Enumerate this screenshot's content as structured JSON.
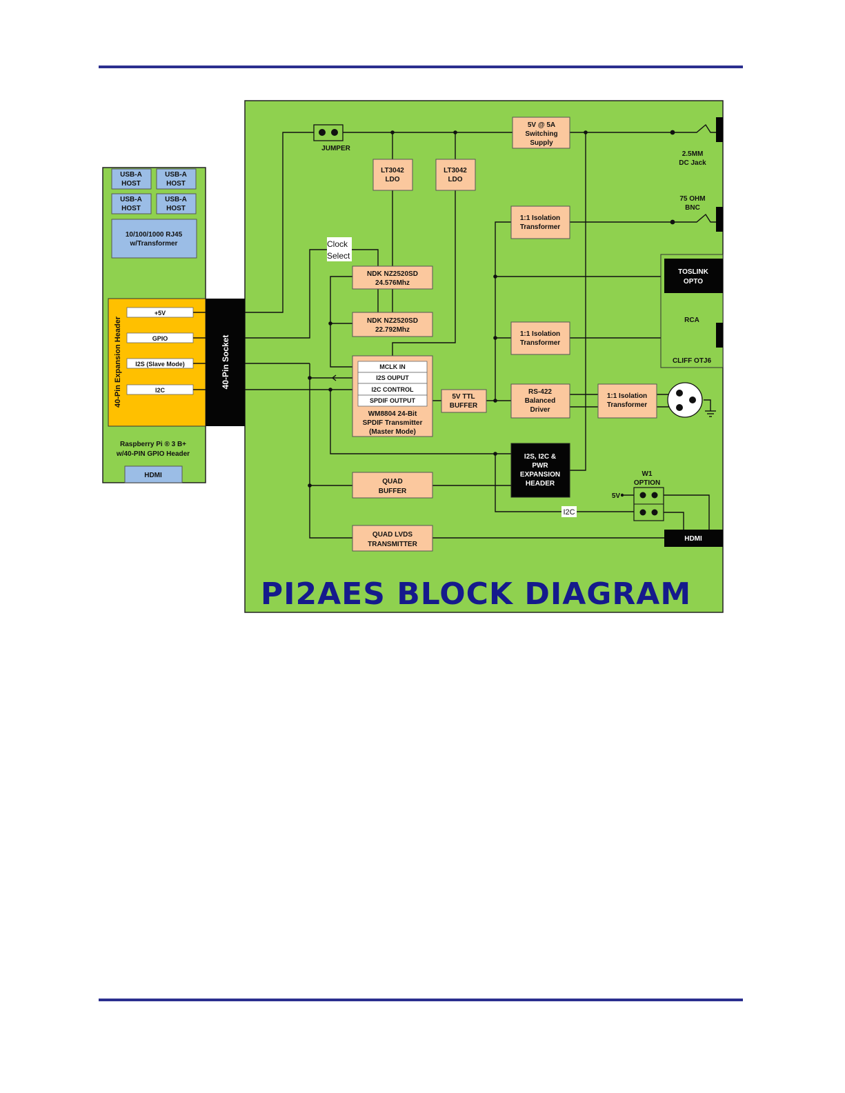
{
  "title": "PI2AES BLOCK DIAGRAM",
  "raspberry_pi": {
    "usb": [
      "USB-A",
      "HOST"
    ],
    "rj45": [
      "10/100/1000 RJ45",
      "w/Transformer"
    ],
    "expansion_label": "40-Pin Expansion Header",
    "pins": [
      "+5V",
      "GPIO",
      "I2S (Slave Mode)",
      "I2C"
    ],
    "caption": [
      "Raspberry Pi ® 3 B+",
      "w/40-PIN GPIO Header"
    ],
    "hdmi": "HDMI"
  },
  "socket_label": "40-Pin Socket",
  "blocks": {
    "jumper": "JUMPER",
    "supply": [
      "5V @ 5A",
      "Switching",
      "Supply"
    ],
    "ldo1": [
      "LT3042",
      "LDO"
    ],
    "ldo2": [
      "LT3042",
      "LDO"
    ],
    "clock_select": [
      "Clock",
      "Select"
    ],
    "osc1": [
      "NDK NZ2520SD",
      "24.576Mhz"
    ],
    "osc2": [
      "NDK NZ2520SD",
      "22.792Mhz"
    ],
    "wm_rows": [
      "MCLK IN",
      "I2S OUPUT",
      "I2C CONTROL",
      "SPDIF OUTPUT"
    ],
    "wm_caption": [
      "WM8804 24-Bit",
      "SPDIF Transmitter",
      "(Master Mode)"
    ],
    "ttl_buffer": [
      "5V TTL",
      "BUFFER"
    ],
    "iso1": [
      "1:1 Isolation",
      "Transformer"
    ],
    "iso2": [
      "1:1 Isolation",
      "Transformer"
    ],
    "iso3": [
      "1:1 Isolation",
      "Transformer"
    ],
    "rs422": [
      "RS-422",
      "Balanced",
      "Driver"
    ],
    "exp_header": [
      "I2S, I2C &",
      "PWR",
      "EXPANSION",
      "HEADER"
    ],
    "quad_buffer": [
      "QUAD",
      "BUFFER"
    ],
    "lvds": [
      "QUAD LVDS",
      "TRANSMITTER"
    ],
    "dc_jack": [
      "2.5MM",
      "DC Jack"
    ],
    "bnc": [
      "75 OHM",
      "BNC"
    ],
    "toslink": [
      "TOSLINK",
      "OPTO"
    ],
    "rca": "RCA",
    "cliff": "CLIFF OTJ6",
    "w1": [
      "W1",
      "OPTION"
    ],
    "v5": "5V",
    "i2c": "I2C",
    "hdmi_out": "HDMI"
  },
  "colors": {
    "board": "#8fd14f",
    "block": "#fbc89e",
    "expansion": "#ffc000",
    "usb": "#9bbde6",
    "rule": "#2b2f8f",
    "title": "#151a8c"
  }
}
